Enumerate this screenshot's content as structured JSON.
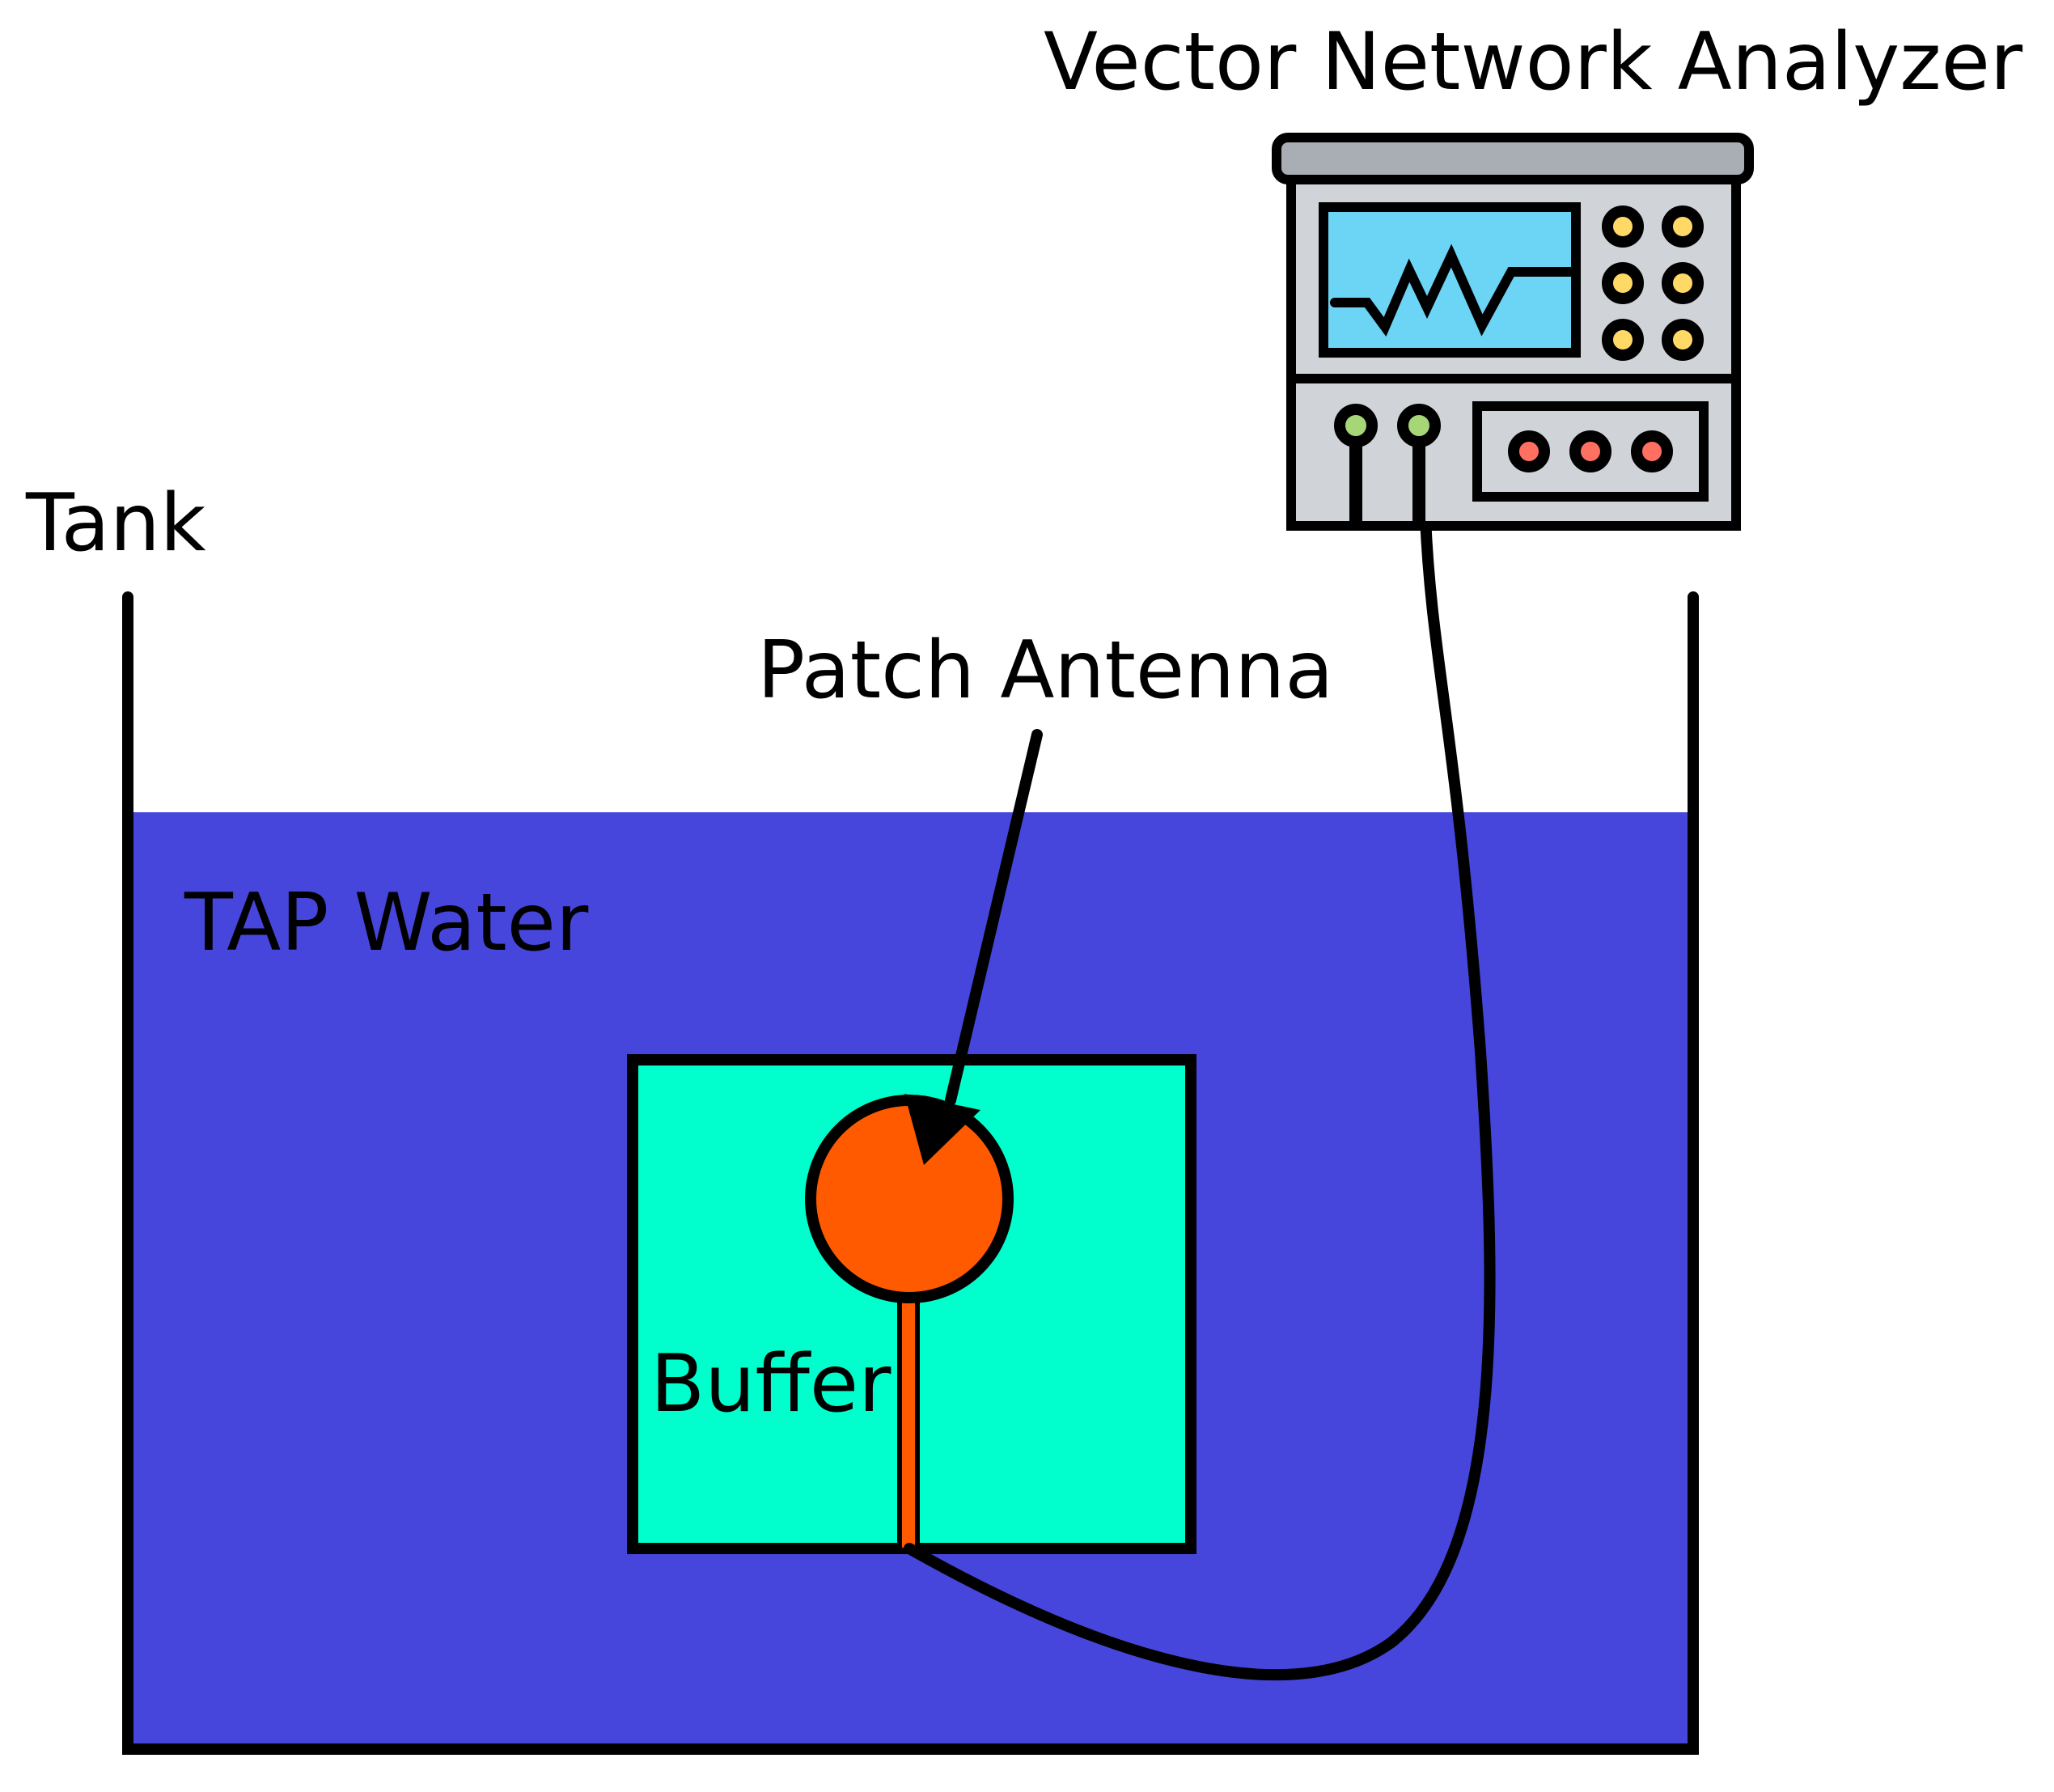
{
  "labels": {
    "vna": "Vector Network Analyzer",
    "tank": "Tank",
    "patch_antenna": "Patch Antenna",
    "water": "TAP Water",
    "buffer": "Buffer"
  },
  "icons": {
    "instrument": "vector-network-analyzer-icon",
    "waveform": "waveform-icon"
  },
  "colors": {
    "water": "#4646DC",
    "buffer": "#00FFCC",
    "antenna": "#FF5A00",
    "outline": "#000000",
    "vna_body": "#D0D4D9",
    "vna_top": "#A9AEB5",
    "vna_screen": "#6CD4F5",
    "knob_yellow": "#FFD966",
    "port_green": "#A7D676",
    "button_red": "#FF7060"
  }
}
